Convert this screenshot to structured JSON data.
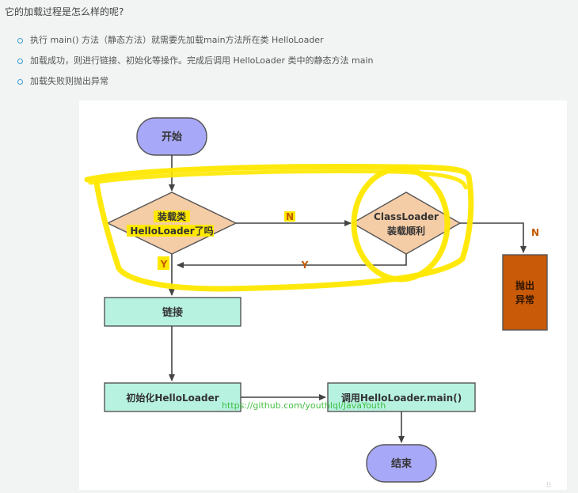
{
  "question": "它的加载过程是怎么样的呢?",
  "bullets": [
    "执行 main() 方法（静态方法）就需要先加载main方法所在类 HelloLoader",
    "加载成功，则进行链接、初始化等操作。完成后调用 HelloLoader 类中的静态方法 main",
    "加载失败则抛出异常"
  ],
  "flowchart": {
    "start": "开始",
    "load_line1": "装载类",
    "load_line2": "HelloLoader了吗",
    "classloader_line1": "ClassLoader",
    "classloader_line2": "装载顺利",
    "n_label_1": "N",
    "n_label_2": "N",
    "y_label_1": "Y",
    "y_label_2": "Y",
    "throw_line1": "抛出",
    "throw_line2": "异常",
    "link": "链接",
    "init": "初始化HelloLoader",
    "call_main": "调用HelloLoader.main()",
    "end": "结束",
    "watermark": "https://github.com/youthlql/JavaYouth",
    "colors": {
      "terminal": "#a8a8f8",
      "decision": "#f4cca6",
      "process": "#b7f2e0",
      "error": "#c85a08",
      "highlight": "#ffe800",
      "watermark": "#2fb92f"
    }
  }
}
